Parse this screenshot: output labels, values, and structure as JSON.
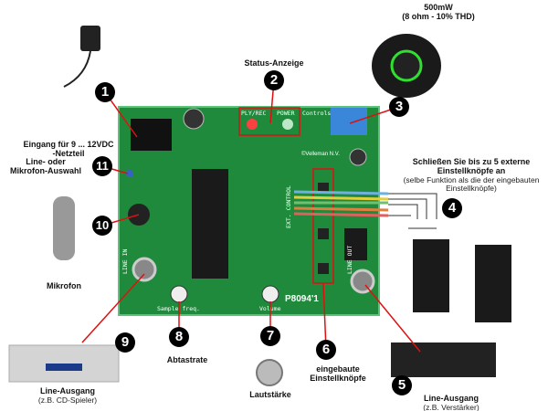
{
  "labels": {
    "speaker_power": "500mW",
    "speaker_spec": "(8 ohm - 10% THD)",
    "status": "Status-Anzeige",
    "power_input_1": "Eingang für 9 ... 12VDC",
    "power_input_2": "-Netzteil",
    "line_mic_1": "Line- oder",
    "line_mic_2": "Mikrofon-Auswahl",
    "microphone": "Mikrofon",
    "external_1": "Schließen Sie bis zu 5 externe",
    "external_2": "Einstellknöpfe an",
    "external_3": "(selbe Funktion als die der eingebauten",
    "external_4": "Einstellknöpfe)",
    "sample_rate": "Abtastrate",
    "volume": "Lautstärke",
    "builtin_1": "eingebaute",
    "builtin_2": "Einstellknöpfe",
    "line_out_cd": "Line-Ausgang",
    "line_out_cd_sub": "(z.B. CD-Spieler)",
    "line_out_amp": "Line-Ausgang",
    "line_out_amp_sub": "(z.B. Verstärker)"
  },
  "board": {
    "led_label": "PLY/REC",
    "power_label": "POWER",
    "controls": "Controls",
    "brand": "©Velleman N.V.",
    "model": "P8094'1",
    "ext_control": "EXT. CONTROL",
    "sample_freq": "Sample freq.",
    "volume": "Volume",
    "line_in": "LINE IN",
    "line_out": "LINE OUT"
  },
  "markers": [
    "1",
    "2",
    "3",
    "4",
    "5",
    "6",
    "7",
    "8",
    "9",
    "10",
    "11"
  ],
  "colors": {
    "board": "#1f8a3c",
    "marker": "#000000",
    "leader": "#e01010"
  }
}
